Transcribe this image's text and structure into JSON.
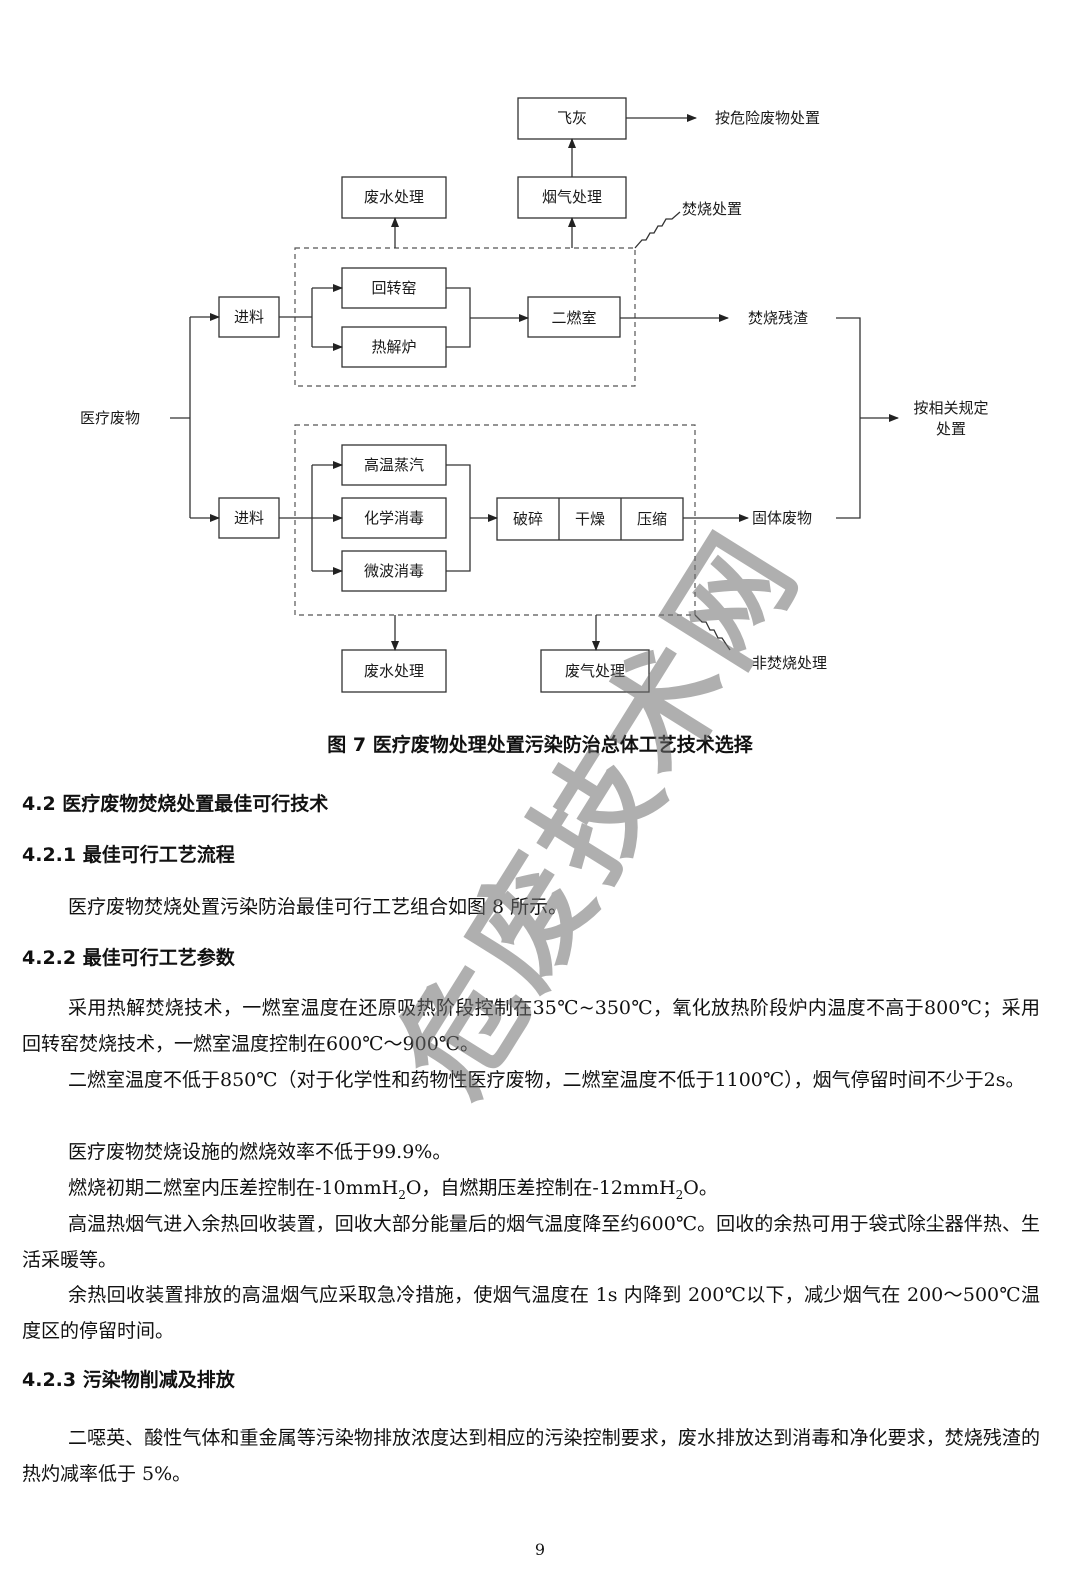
{
  "diagram": {
    "medical_waste": "医疗废物",
    "feed_top": "进料",
    "feed_bottom": "进料",
    "rotary_kiln": "回转窑",
    "pyrolysis_furnace": "热解炉",
    "secondary_chamber": "二燃室",
    "incineration_residue": "焚烧残渣",
    "wastewater_top": "废水处理",
    "flue_gas_treatment": "烟气处理",
    "fly_ash": "飞灰",
    "hazardous_disposal": "按危险废物处置",
    "incineration_label": "焚烧处置",
    "high_temp_steam": "高温蒸汽",
    "chemical_disinfection": "化学消毒",
    "microwave_disinfection": "微波消毒",
    "crushing": "破碎",
    "drying": "干燥",
    "compression": "压缩",
    "solid_waste": "固体废物",
    "regulation_line1": "按相关规定",
    "regulation_line2": "处置",
    "wastewater_bottom": "废水处理",
    "exhaust_treatment": "废气处理",
    "non_incineration_label": "非焚烧处理"
  },
  "caption": "图 7  医疗废物处理处置污染防治总体工艺技术选择",
  "sections": {
    "s42": "4.2 医疗废物焚烧处置最佳可行技术",
    "s421": "4.2.1 最佳可行工艺流程",
    "p421": "医疗废物焚烧处置污染防治最佳可行工艺组合如图 8 所示。",
    "s422": "4.2.2 最佳可行工艺参数",
    "p1": "采用热解焚烧技术，一燃室温度在还原吸热阶段控制在35℃~350℃，氧化放热阶段炉内温度不高于800℃；采用回转窑焚烧技术，一燃室温度控制在600℃～900℃。",
    "p2": "二燃室温度不低于850℃（对于化学性和药物性医疗废物，二燃室温度不低于1100℃），烟气停留时间不少于2s。",
    "p3": "医疗废物焚烧设施的燃烧效率不低于99.9%。",
    "p4_a": "燃烧初期二燃室内压差控制在-10mmH",
    "p4_sub": "2",
    "p4_b": "O，自燃期压差控制在-12mmH",
    "p4_sub2": "2",
    "p4_c": "O。",
    "p5": "高温热烟气进入余热回收装置，回收大部分能量后的烟气温度降至约600℃。回收的余热可用于袋式除尘器伴热、生活采暖等。",
    "p6": "余热回收装置排放的高温烟气应采取急冷措施，使烟气温度在 1s 内降到 200℃以下，减少烟气在 200～500℃温度区的停留时间。",
    "s423": "4.2.3 污染物削减及排放",
    "p7": "二噁英、酸性气体和重金属等污染物排放浓度达到相应的污染控制要求，废水排放达到消毒和净化要求，焚烧残渣的热灼减率低于 5%。"
  },
  "watermark": "危废技术网",
  "page_number": "9"
}
